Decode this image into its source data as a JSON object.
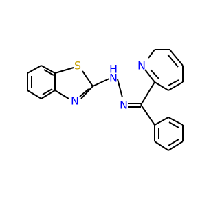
{
  "molecule": {
    "atoms": {
      "S": {
        "text": "S",
        "color": "#c8a000"
      },
      "N_thiazole": {
        "text": "N",
        "color": "#0000ff"
      },
      "N_pyridine": {
        "text": "N",
        "color": "#0000ff"
      },
      "N_hydrazone": {
        "text": "N",
        "color": "#0000ff"
      },
      "NH": {
        "text": "H",
        "color": "#0000ff"
      },
      "NH_N": {
        "text": "N",
        "color": "#0000ff"
      }
    }
  }
}
